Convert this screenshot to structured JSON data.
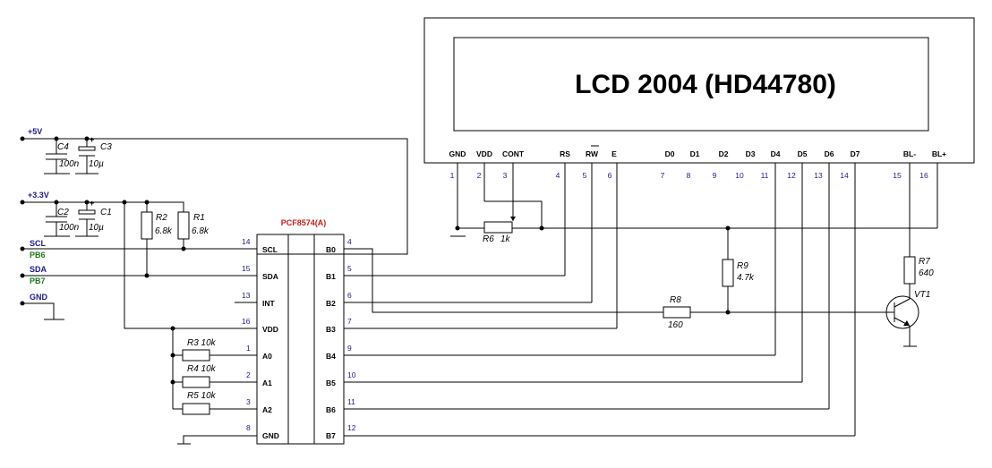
{
  "lcd": {
    "title": "LCD 2004 (HD44780)",
    "pins": [
      {
        "name": "GND",
        "num": "1"
      },
      {
        "name": "VDD",
        "num": "2"
      },
      {
        "name": "CONT",
        "num": "3"
      },
      {
        "name": "RS",
        "num": "4"
      },
      {
        "name": "RW",
        "num": "5"
      },
      {
        "name": "E",
        "num": "6"
      },
      {
        "name": "D0",
        "num": "7"
      },
      {
        "name": "D1",
        "num": "8"
      },
      {
        "name": "D2",
        "num": "9"
      },
      {
        "name": "D3",
        "num": "10"
      },
      {
        "name": "D4",
        "num": "11"
      },
      {
        "name": "D5",
        "num": "12"
      },
      {
        "name": "D6",
        "num": "13"
      },
      {
        "name": "D7",
        "num": "14"
      },
      {
        "name": "BL-",
        "num": "15"
      },
      {
        "name": "BL+",
        "num": "16"
      }
    ]
  },
  "ic": {
    "name": "PCF8574(A)",
    "left_pins": [
      {
        "name": "SCL",
        "num": "14"
      },
      {
        "name": "SDA",
        "num": "15"
      },
      {
        "name": "INT",
        "num": "13"
      },
      {
        "name": "VDD",
        "num": "16"
      },
      {
        "name": "A0",
        "num": "1"
      },
      {
        "name": "A1",
        "num": "2"
      },
      {
        "name": "A2",
        "num": "3"
      },
      {
        "name": "GND",
        "num": "8"
      }
    ],
    "right_pins": [
      {
        "name": "B0",
        "num": "4"
      },
      {
        "name": "B1",
        "num": "5"
      },
      {
        "name": "B2",
        "num": "6"
      },
      {
        "name": "B3",
        "num": "7"
      },
      {
        "name": "B4",
        "num": "9"
      },
      {
        "name": "B5",
        "num": "10"
      },
      {
        "name": "B6",
        "num": "11"
      },
      {
        "name": "B7",
        "num": "12"
      }
    ]
  },
  "nets": {
    "v5": "+5V",
    "v33": "+3.3V",
    "scl": "SCL",
    "pb6": "PB6",
    "sda": "SDA",
    "pb7": "PB7",
    "gnd": "GND"
  },
  "parts": {
    "c4": {
      "ref": "C4",
      "value": "100n"
    },
    "c3": {
      "ref": "C3",
      "value": "10µ"
    },
    "c2": {
      "ref": "C2",
      "value": "100n"
    },
    "c1": {
      "ref": "C1",
      "value": "10µ"
    },
    "r1": {
      "ref": "R1",
      "value": "6.8k"
    },
    "r2": {
      "ref": "R2",
      "value": "6.8k"
    },
    "r3": {
      "label": "R3 10k"
    },
    "r4": {
      "label": "R4 10k"
    },
    "r5": {
      "label": "R5 10k"
    },
    "r6": {
      "ref": "R6",
      "value": "1k"
    },
    "r7": {
      "ref": "R7",
      "value": "640"
    },
    "r8": {
      "ref": "R8",
      "value": "160"
    },
    "r9": {
      "ref": "R9",
      "value": "4.7k"
    },
    "vt1": {
      "ref": "VT1"
    },
    "plus": "+"
  }
}
